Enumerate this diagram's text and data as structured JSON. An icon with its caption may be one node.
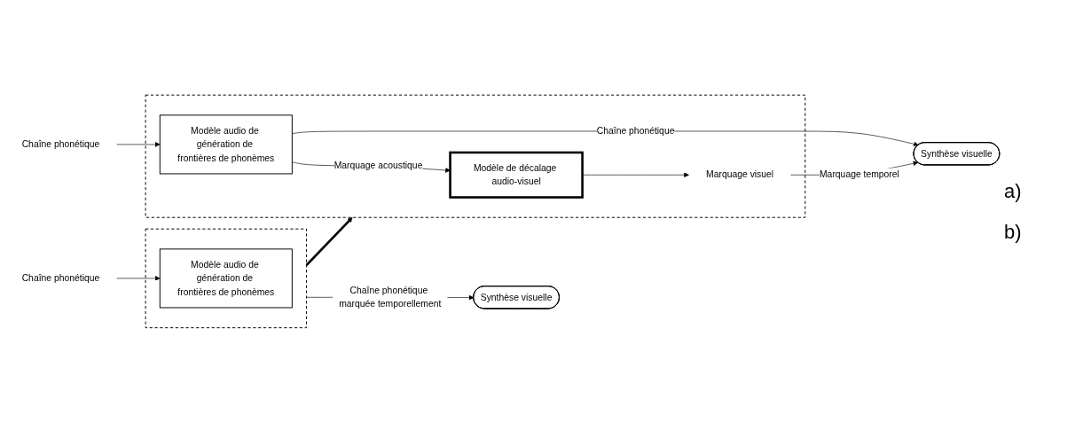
{
  "diagram": {
    "nodes": [
      {
        "text": [],
        "shape": "box"
      },
      {
        "text": [
          "Modèle audio de génération de frontières de phonèmes"
        ],
        "in": 0
      },
      {
        "text": [
          "Chaîne phonétique"
        ]
      },
      {
        "text": [
          "Synthèse visuelle"
        ]
      },
      {
        "text": [],
        "shape": "box"
      },
      {
        "text": [
          "Modèle de décalage audio-visuel"
        ],
        "in": 4
      },
      {
        "text": [
          "Modèle audio de génération de frontières de phonèmes"
        ],
        "in": 4
      },
      {
        "text": [
          "Marquage visuel"
        ],
        "in": 4
      },
      {
        "text": [
          "Chaîne phonétique"
        ]
      },
      {
        "text": [
          "Synthèse visuelle"
        ]
      }
    ],
    "edges": [
      {
        "from": 2,
        "to": 1,
        "arrow": "to"
      },
      {
        "from": 0,
        "to": 3,
        "arrow": "to",
        "label": "Chaîne phonétique marquée temporellement"
      },
      {
        "from": 0,
        "to": 4,
        "arrow": "to",
        "style": "thick"
      },
      {
        "from": 6,
        "to": 5,
        "arrow": "to",
        "label": "Marquage acoustique"
      },
      {
        "from": 5,
        "to": 7,
        "arrow": "to"
      },
      {
        "from": 7,
        "to": 9,
        "arrow": "to",
        "label": "Marquage temporel"
      },
      {
        "from": 6,
        "to": 9,
        "arrow": "to",
        "label": "Chaîne phonétique"
      },
      {
        "from": 8,
        "to": 6,
        "arrow": "to"
      }
    ],
    "labels": [
      "a)",
      "b)"
    ]
  }
}
